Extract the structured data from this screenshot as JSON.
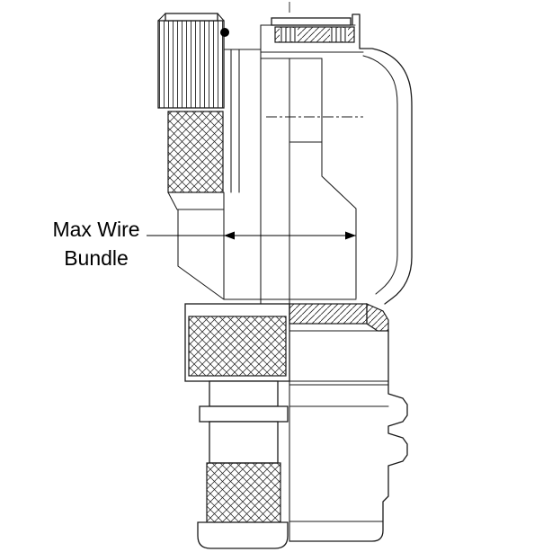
{
  "annotation": {
    "line1": "Max Wire",
    "line2": "Bundle",
    "full_label": "Max Wire Bundle"
  },
  "colors": {
    "line": "#1a1a1a",
    "text": "#000000",
    "background": "#ffffff"
  }
}
